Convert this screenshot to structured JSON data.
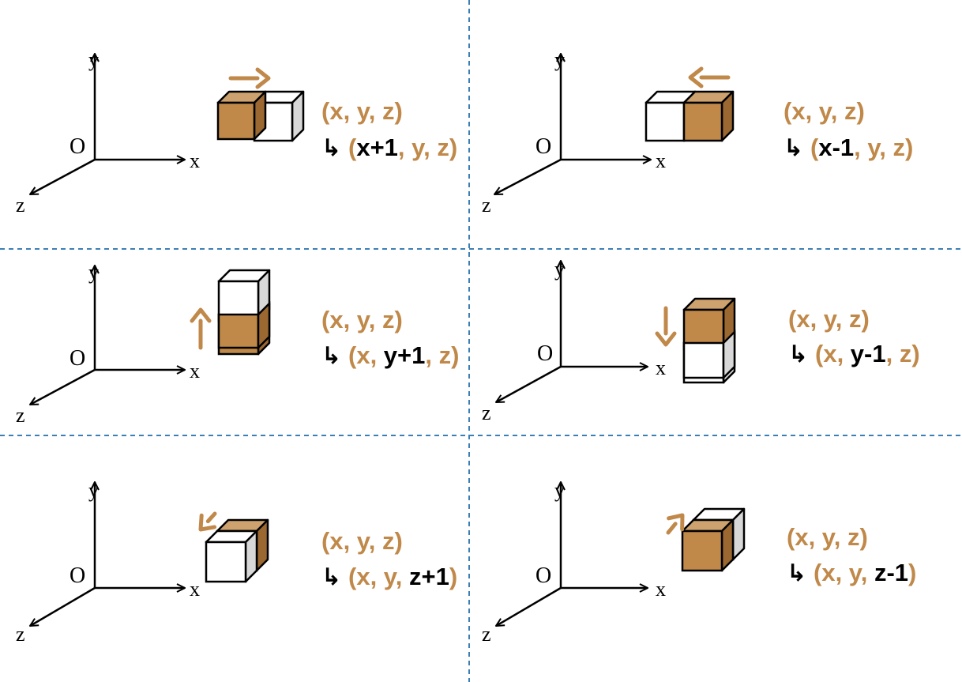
{
  "colors": {
    "brown": "#C0894A",
    "brown_top": "#CDA26F",
    "brown_side": "#9B6832",
    "black": "#000000",
    "white": "#FFFFFF",
    "gray_side": "#D8D8D8",
    "divider": "#3C7FB5"
  },
  "axis_labels": {
    "y": "y",
    "x": "x",
    "z": "z",
    "origin": "O"
  },
  "panels": [
    {
      "id": "x-plus",
      "original": "(x, y, z)",
      "result": [
        {
          "text": "(",
          "accent": false
        },
        {
          "text": "x+1",
          "accent": true
        },
        {
          "text": ", y, z)",
          "accent": false
        }
      ]
    },
    {
      "id": "x-minus",
      "original": "(x, y, z)",
      "result": [
        {
          "text": "(",
          "accent": false
        },
        {
          "text": "x-1",
          "accent": true
        },
        {
          "text": ", y, z)",
          "accent": false
        }
      ]
    },
    {
      "id": "y-plus",
      "original": "(x, y, z)",
      "result": [
        {
          "text": "(x, ",
          "accent": false
        },
        {
          "text": "y+1",
          "accent": true
        },
        {
          "text": ", z)",
          "accent": false
        }
      ]
    },
    {
      "id": "y-minus",
      "original": "(x, y, z)",
      "result": [
        {
          "text": "(x, ",
          "accent": false
        },
        {
          "text": "y-1",
          "accent": true
        },
        {
          "text": ", z)",
          "accent": false
        }
      ]
    },
    {
      "id": "z-plus",
      "original": "(x, y, z)",
      "result": [
        {
          "text": "(x, y, ",
          "accent": false
        },
        {
          "text": "z+1",
          "accent": true
        },
        {
          "text": ")",
          "accent": false
        }
      ]
    },
    {
      "id": "z-minus",
      "original": "(x, y, z)",
      "result": [
        {
          "text": "(x, y, ",
          "accent": false
        },
        {
          "text": "z-1",
          "accent": true
        },
        {
          "text": ")",
          "accent": false
        }
      ]
    }
  ],
  "hook_glyph": "↳"
}
